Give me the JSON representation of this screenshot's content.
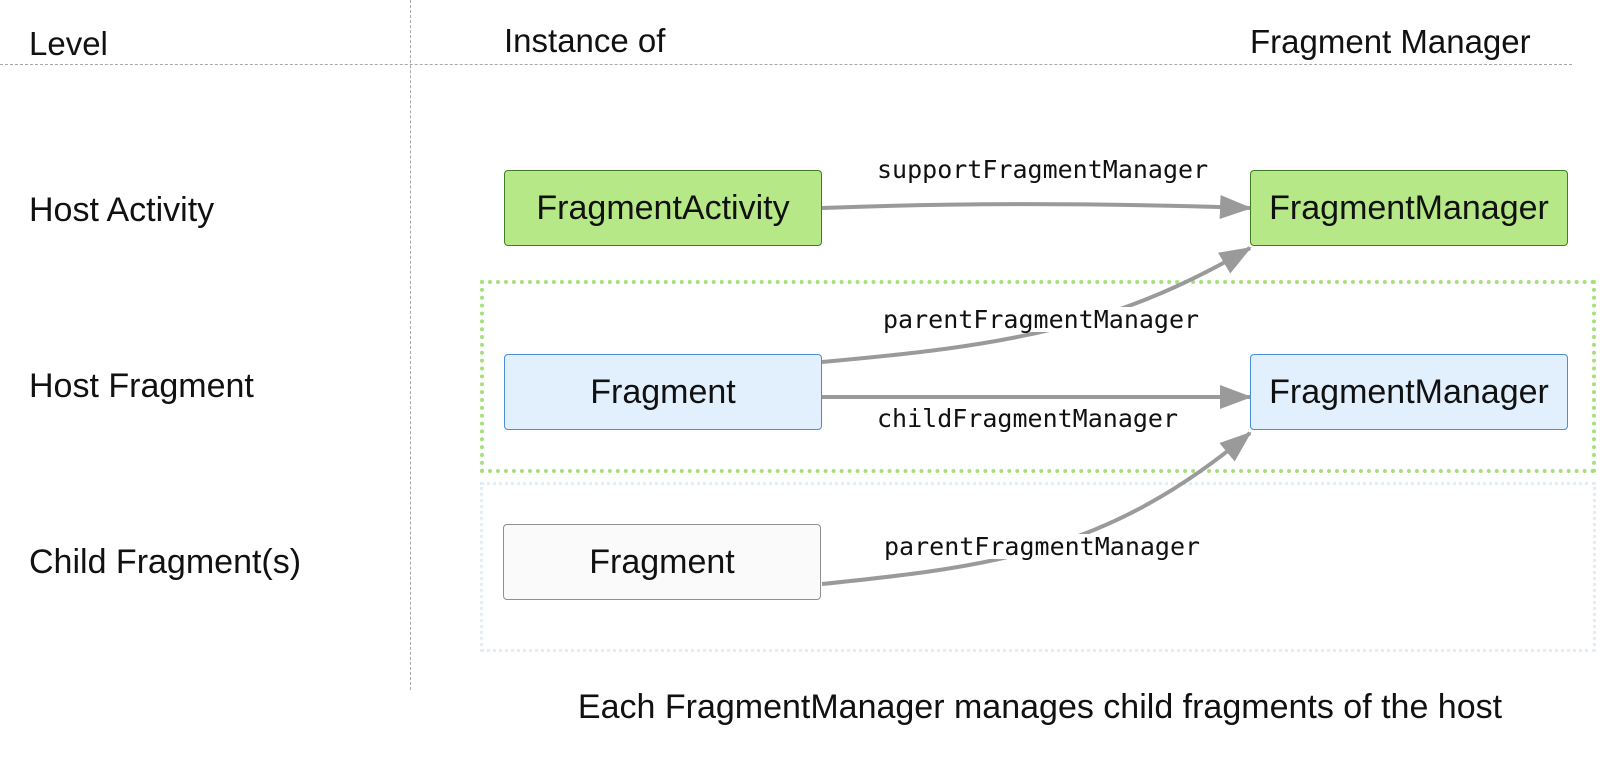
{
  "headers": {
    "level": "Level",
    "instance_of": "Instance of",
    "fragment_manager": "Fragment Manager"
  },
  "levels": {
    "host_activity": "Host Activity",
    "host_fragment": "Host Fragment",
    "child_fragments": "Child Fragment(s)"
  },
  "nodes": {
    "fragment_activity": "FragmentActivity",
    "activity_manager": "FragmentManager",
    "host_fragment": "Fragment",
    "host_fragment_manager": "FragmentManager",
    "child_fragment": "Fragment"
  },
  "edges": {
    "support_fragment_manager": "supportFragmentManager",
    "parent_fragment_manager_host": "parentFragmentManager",
    "child_fragment_manager": "childFragmentManager",
    "parent_fragment_manager_child": "parentFragmentManager"
  },
  "caption": "Each FragmentManager manages child fragments of the host",
  "colors": {
    "activity_fill": "#b7e887",
    "activity_border": "#3f7f24",
    "fragment_fill": "#e2effd",
    "fragment_border": "#4a8fd6",
    "child_fill": "#fafafa",
    "child_border": "#8f8f8f",
    "arrow": "#9a9a9a",
    "host_group_border": "#a6e07c",
    "child_group_border": "#e2eef7"
  }
}
